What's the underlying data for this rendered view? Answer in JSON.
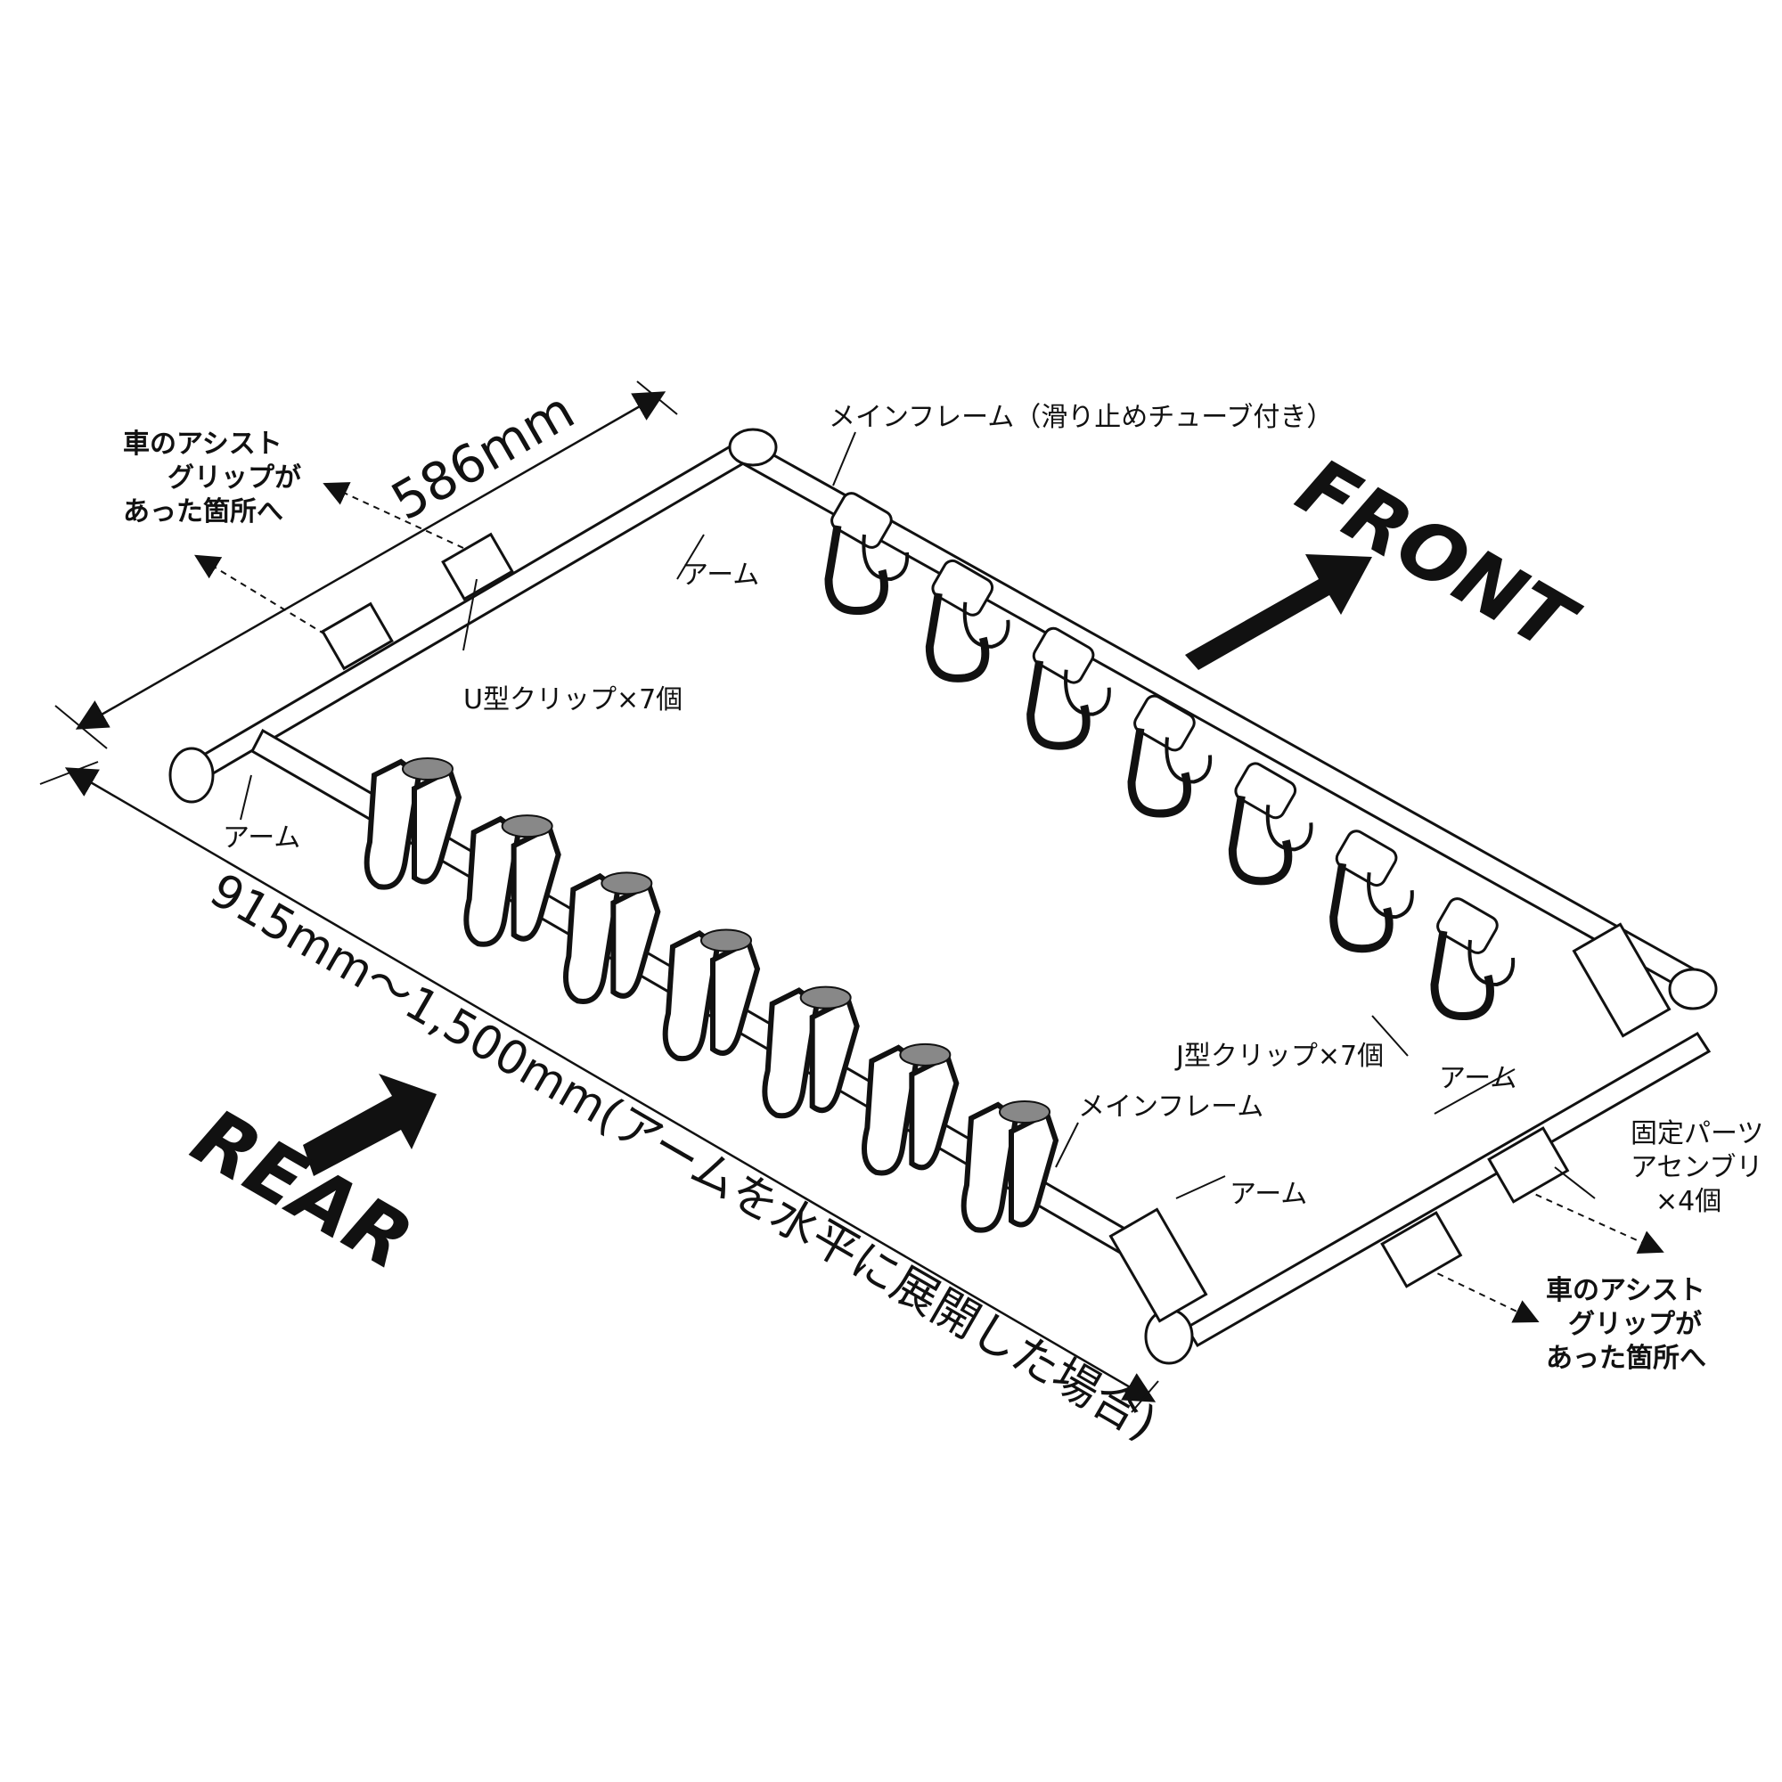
{
  "labels": {
    "main_frame_top": "メインフレーム（滑り止めチューブ付き）",
    "main_frame_bottom": "メインフレーム",
    "arm": "アーム",
    "u_clip": "U型クリップ×7個",
    "j_clip": "J型クリップ×7個",
    "fixing_parts_line1": "固定パーツ",
    "fixing_parts_line2": "アセンブリ",
    "fixing_parts_line3": "×4個",
    "assist_grip_line1": "車のアシスト",
    "assist_grip_line2": "グリップが",
    "assist_grip_line3": "あった箇所へ"
  },
  "dimensions": {
    "width": "586mm",
    "length": "915mm～1,500mm(アームを水平に展開した場合)"
  },
  "directions": {
    "front": "FRONT",
    "rear": "REAR"
  },
  "counts": {
    "u_clips": 7,
    "j_clips": 7,
    "fixing_parts": 4
  },
  "icons": [
    "front-arrow-icon",
    "rear-arrow-icon"
  ]
}
